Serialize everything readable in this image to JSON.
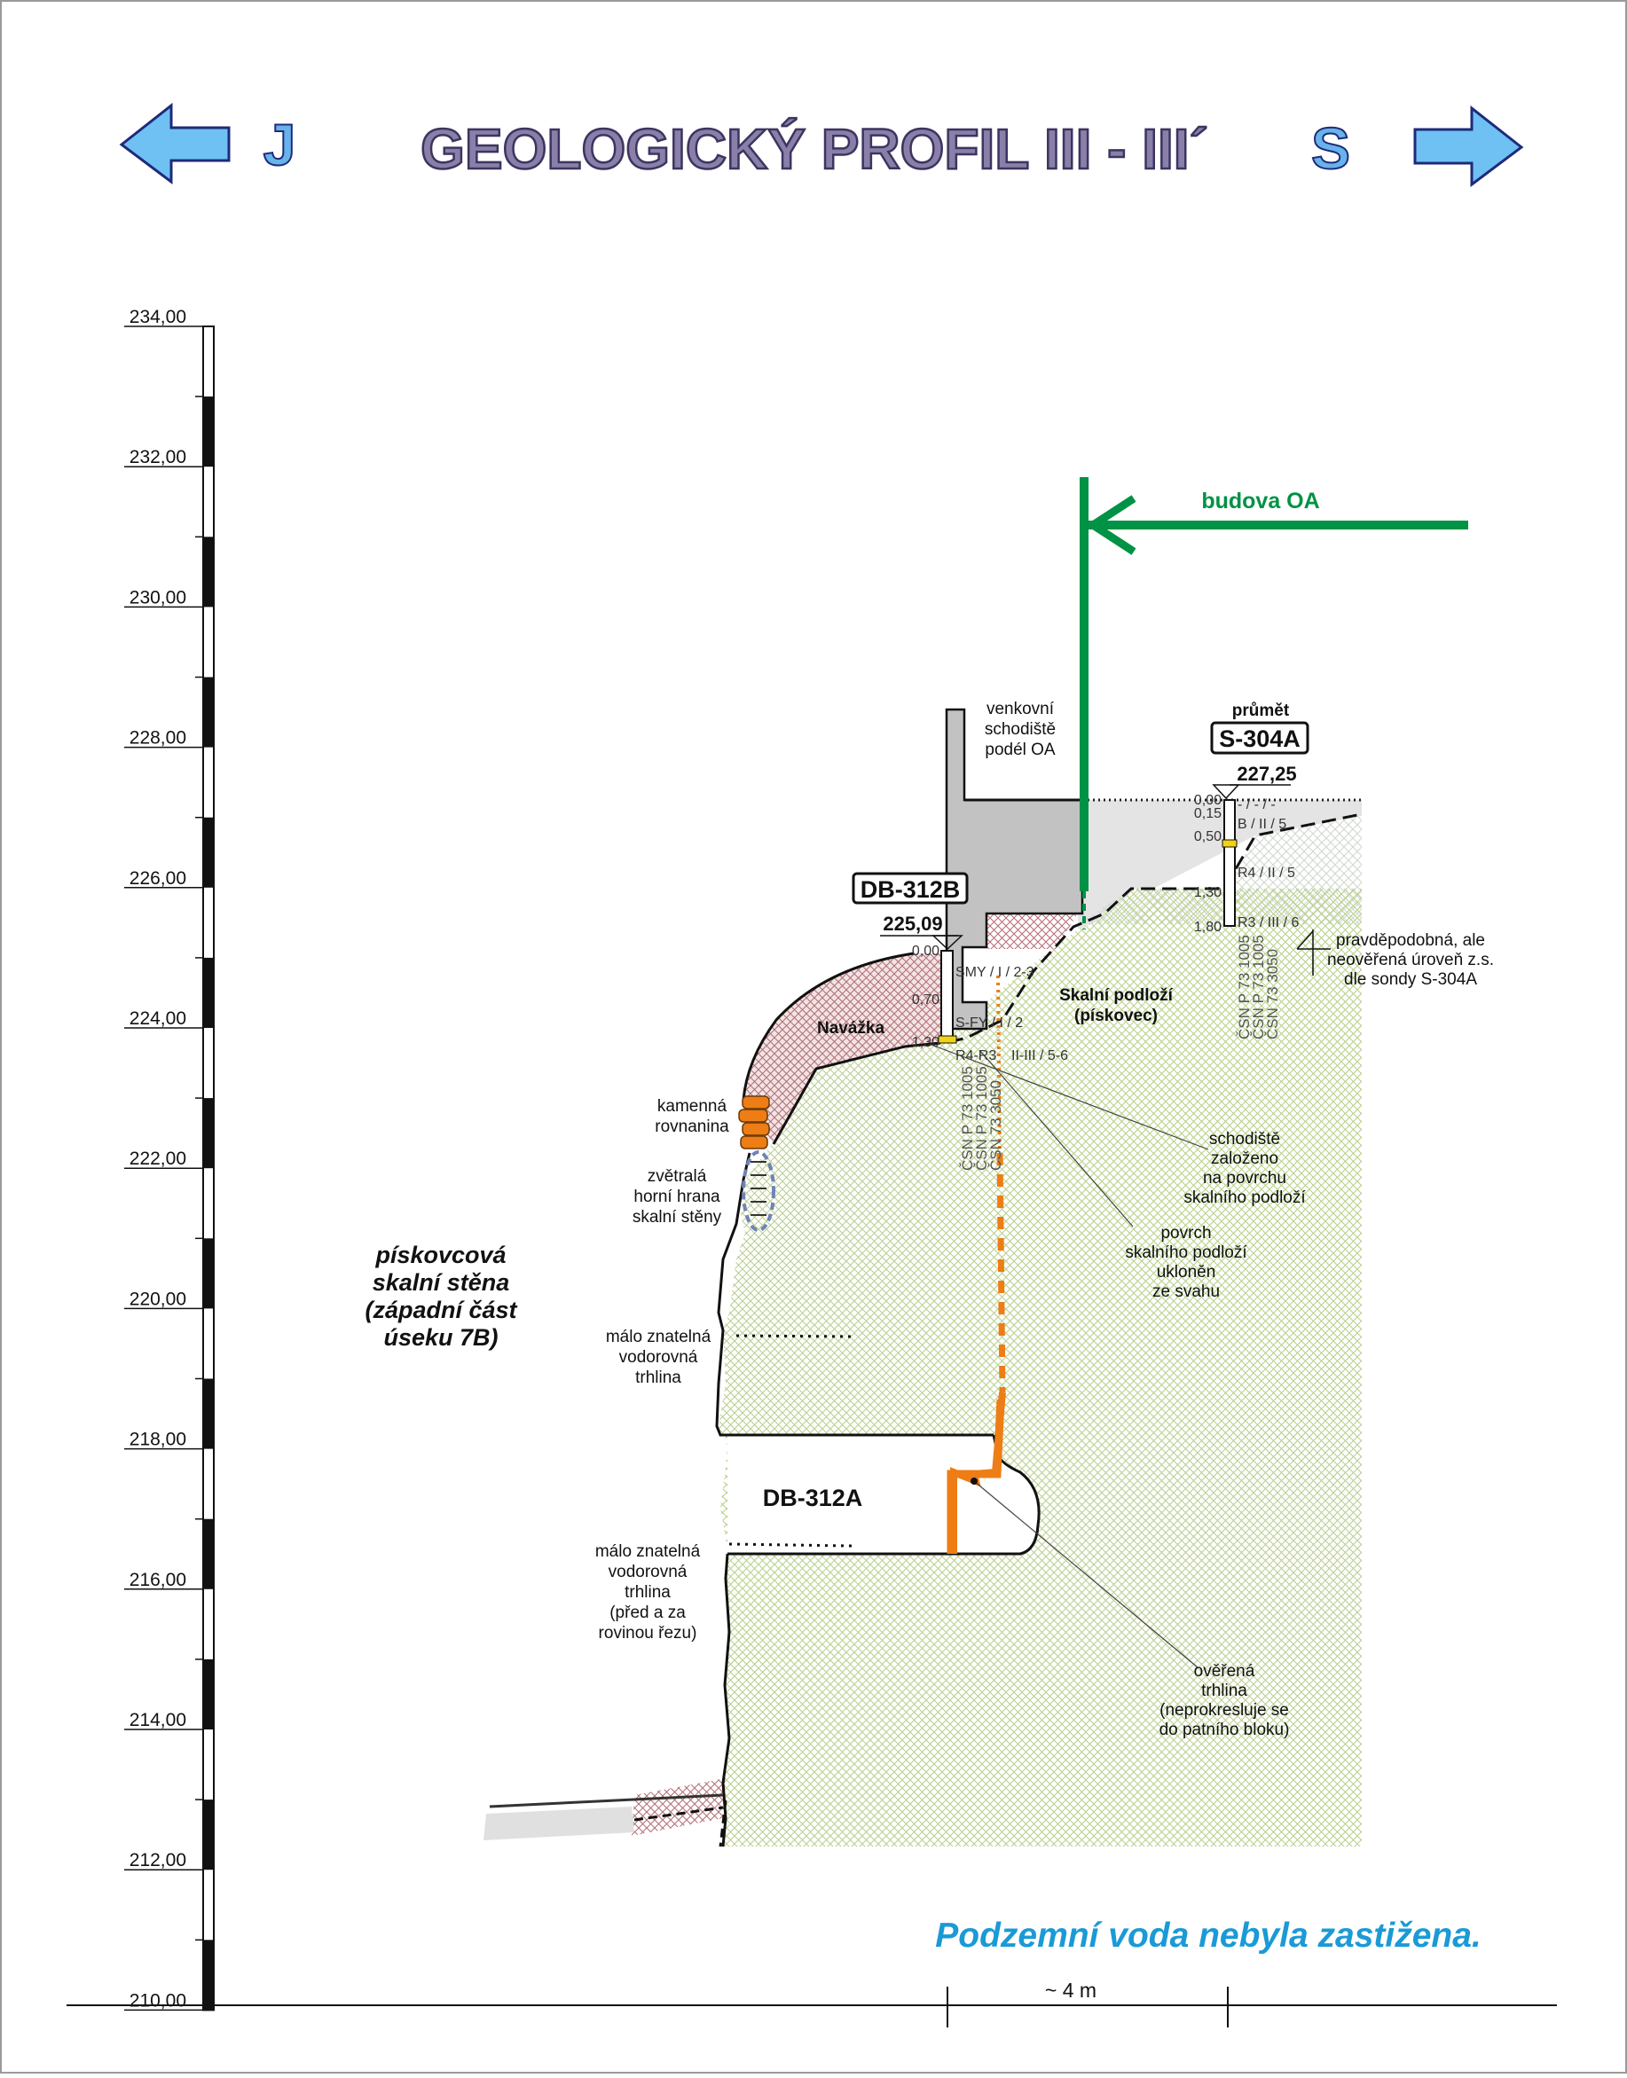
{
  "header": {
    "title": "GEOLOGICKÝ PROFIL III - III´",
    "left_direction": "J",
    "right_direction": "S",
    "left_arrow_icon": "arrow-left-icon",
    "right_arrow_icon": "arrow-right-icon",
    "title_fill": "#8a7fa8",
    "title_stroke": "#3c3560",
    "direction_fill": "#67b3ea",
    "arrow_fill": "#6ec1f2",
    "arrow_stroke": "#1f2a7a"
  },
  "elevation_axis": {
    "ticks": [
      "234,00",
      "232,00",
      "230,00",
      "228,00",
      "226,00",
      "224,00",
      "222,00",
      "220,00",
      "218,00",
      "216,00",
      "214,00",
      "212,00",
      "210,00"
    ]
  },
  "building": {
    "label": "budova OA",
    "color": "#009245"
  },
  "stairs_label": [
    "venkovní",
    "schodiště",
    "podél OA"
  ],
  "boreholes": {
    "db312b": {
      "name": "DB-312B",
      "elevation": "225,09",
      "depths": [
        "0,00",
        "0,70",
        "1,30"
      ],
      "layers": [
        "SMY / I / 2-3",
        "S-FY / I / 2",
        "R4-R3",
        "II-III / 5-6"
      ],
      "norms": [
        "ČSN P 73 1005",
        "ČSN P 73 1005",
        "ČSN 73 3050"
      ]
    },
    "s304a": {
      "projection_label": "průmět",
      "name": "S-304A",
      "elevation": "227,25",
      "depths": [
        "0,00",
        "0,15",
        "0,50",
        "1,30",
        "1,80"
      ],
      "layers": [
        "- / - / -",
        "B / II / 5",
        "R4 / II / 5",
        "R3 / III / 6"
      ],
      "norms": [
        "ČSN P 73 1005",
        "ČSN P 73 1005",
        "ČSN 73 3050"
      ]
    }
  },
  "labels": {
    "fill": "Navážka",
    "bedrock": [
      "Skalní podloží",
      "(pískovec)"
    ],
    "probable_level": [
      "pravděpodobná, ale",
      "neověřená úroveň z.s.",
      "dle sondy S-304A"
    ],
    "stone_rubble": [
      "kamenná",
      "rovnanina"
    ],
    "weathered_edge": [
      "zvětralá",
      "horní hrana",
      "skalní stěny"
    ],
    "stairs_on_bedrock": [
      "schodiště",
      "založeno",
      "na povrchu",
      "skalního podloží"
    ],
    "bedrock_inclined": [
      "povrch",
      "skalního podloží",
      "ukloněn",
      "ze svahu"
    ],
    "rock_wall": [
      "pískovcová",
      "skalní stěna",
      "(západní část",
      "úseku 7B)"
    ],
    "crack_upper": [
      "málo znatelná",
      "vodorovná",
      "trhlina"
    ],
    "crack_lower": [
      "málo znatelná",
      "vodorovná",
      "trhlina",
      "(před a za",
      "rovinou řezu)"
    ],
    "db312a": "DB-312A",
    "verified_crack": [
      "ověřená",
      "trhlina",
      "(neprokresluje se",
      "do patního bloku)"
    ]
  },
  "groundwater_note": "Podzemní voda nebyla zastižena.",
  "scale_label": "~ 4 m",
  "colors": {
    "bedrock_hatch": "#b7cf8a",
    "fill_hatch": "#b26b73",
    "fill_bg": "#f3e4e4",
    "building_gray": "#c2c2c2",
    "topsoil_gray": "#e4e4e4",
    "crack_orange": "#ed7d14",
    "water_note_blue": "#1a9ad6",
    "dashed_oval": "#6f84b4"
  }
}
